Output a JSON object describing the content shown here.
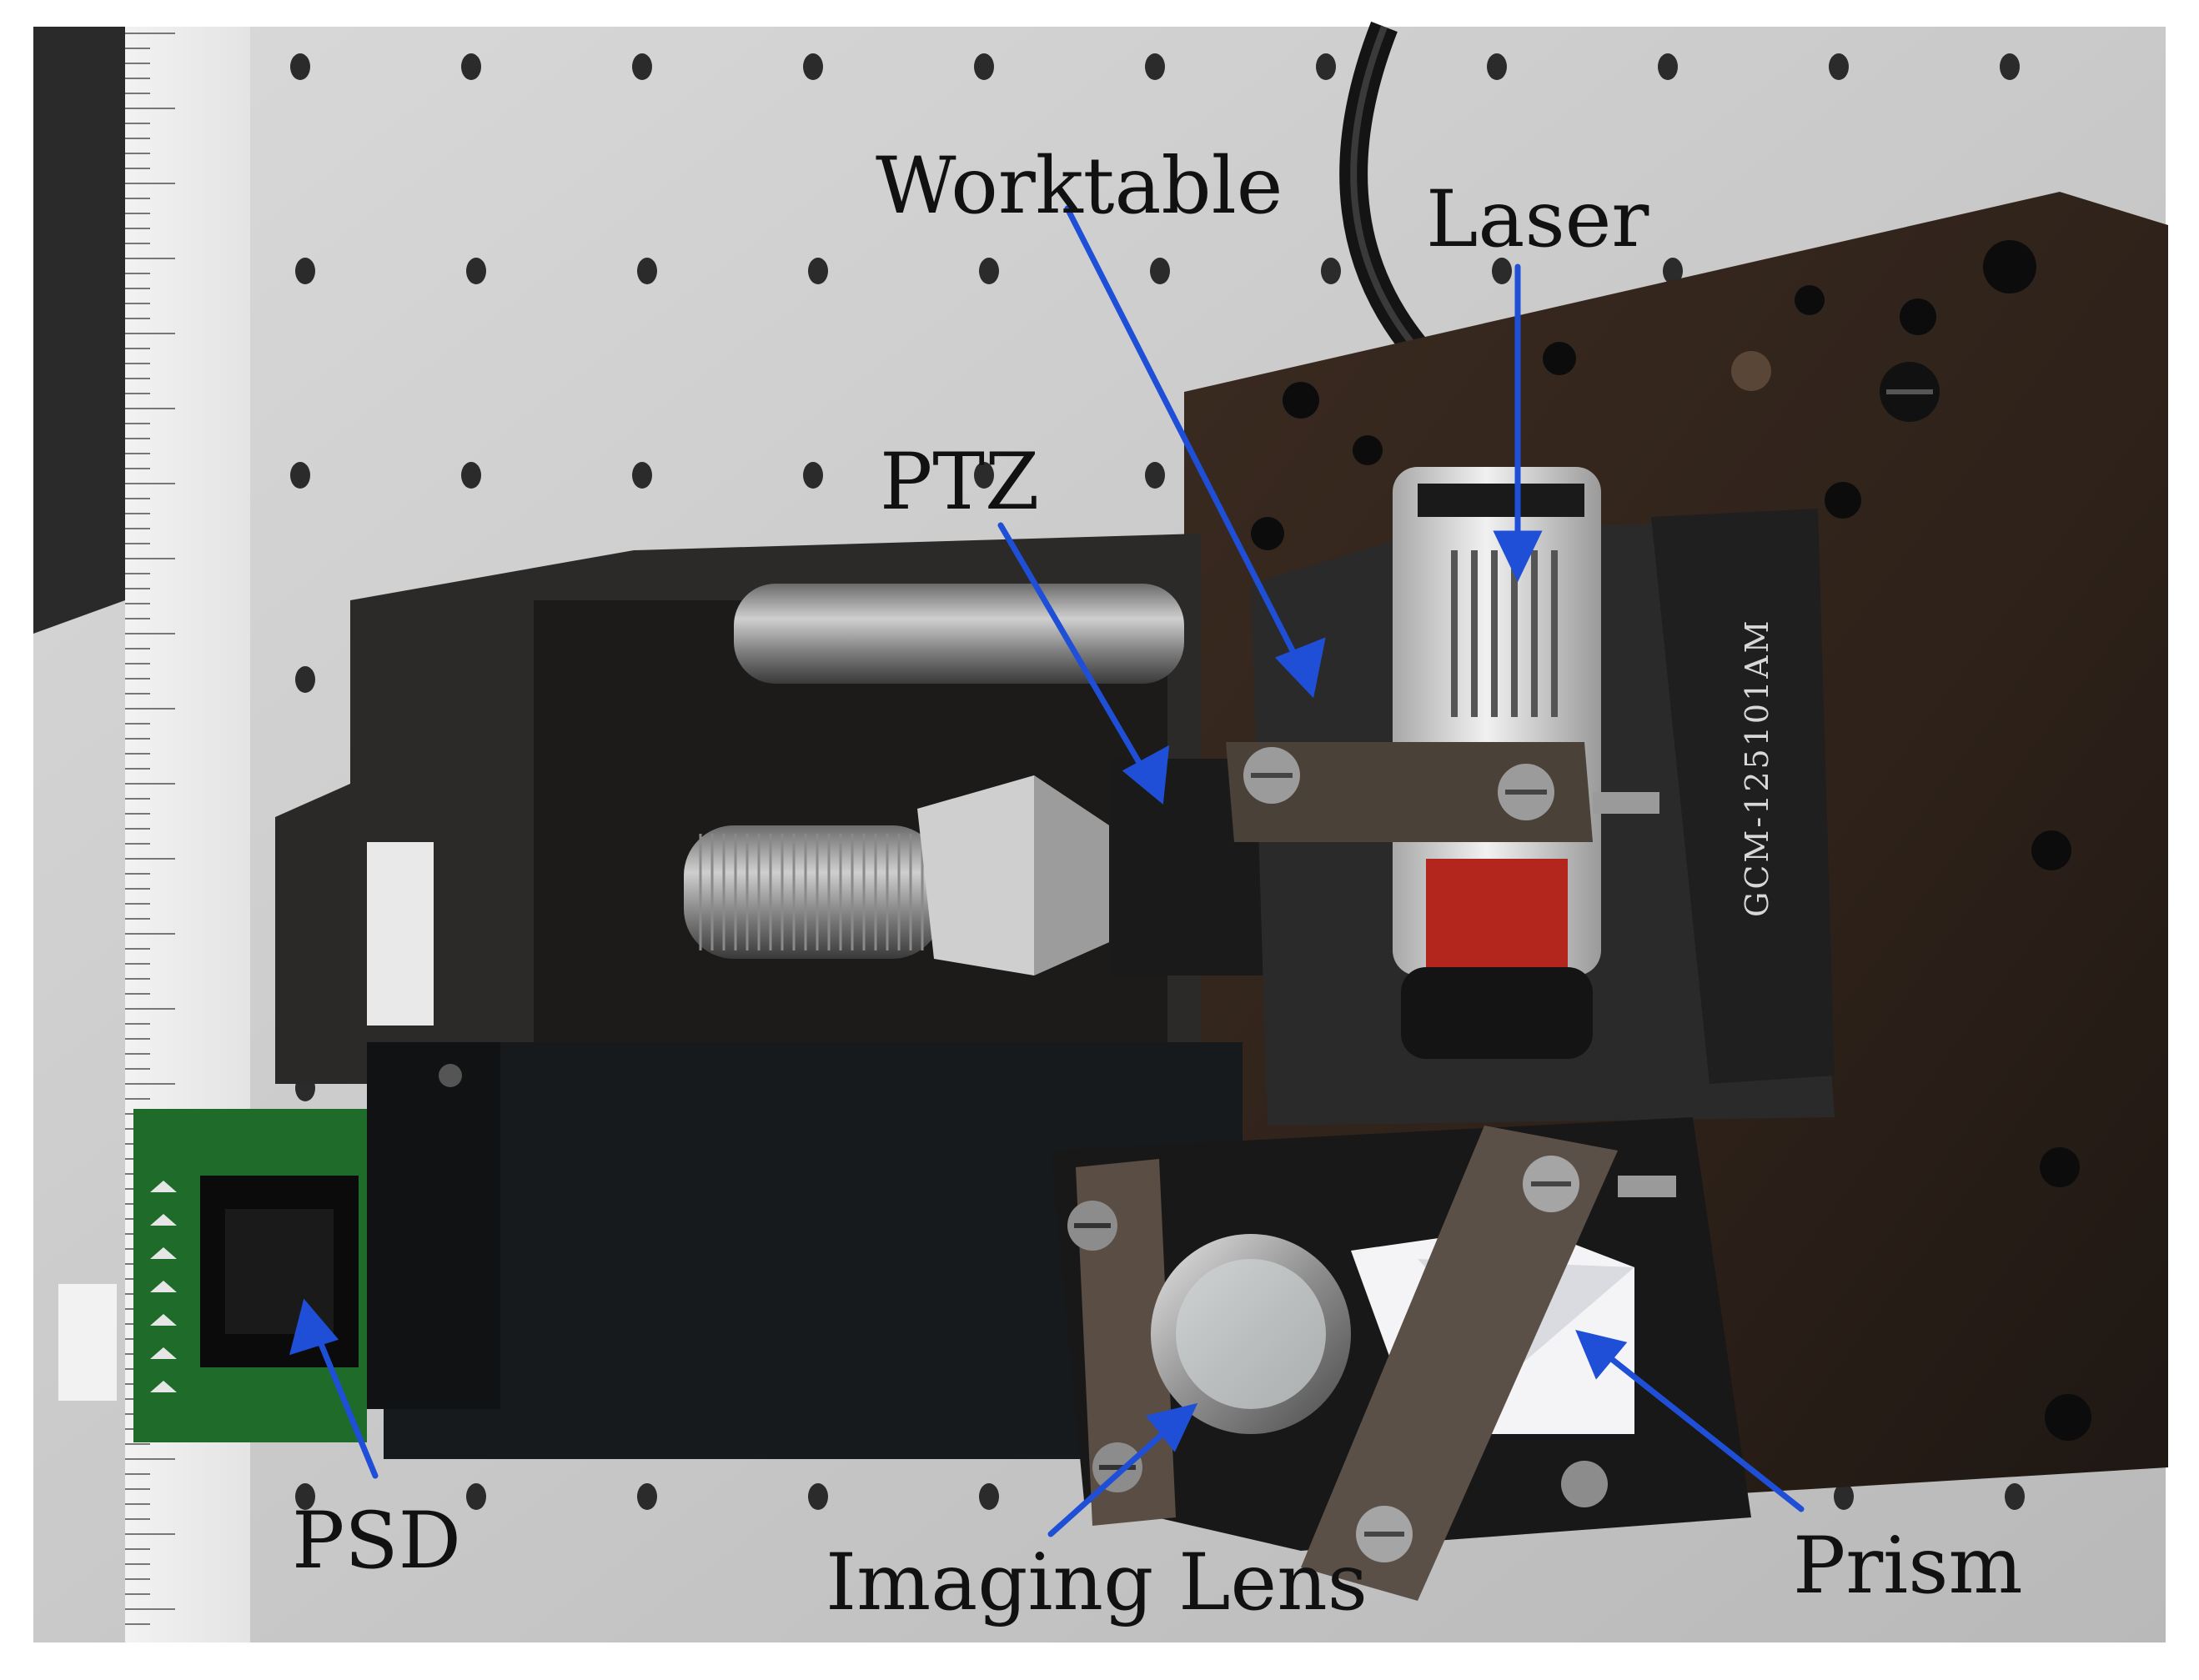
{
  "figure": {
    "labels": {
      "worktable": "Worktable",
      "laser": "Laser",
      "ptz": "PTZ",
      "psd": "PSD",
      "imaging_lens": "Imaging Lens",
      "prism": "Prism"
    },
    "laser_module_text": "GCM-125101AM",
    "colors": {
      "arrow": "#1f4fd6",
      "label_text": "#111111",
      "optical_table": "#c9c9c9",
      "dark_stage": "#2b2a28",
      "rust_plate": "#3a2a20",
      "pcb_green": "#1f6b2a"
    }
  }
}
